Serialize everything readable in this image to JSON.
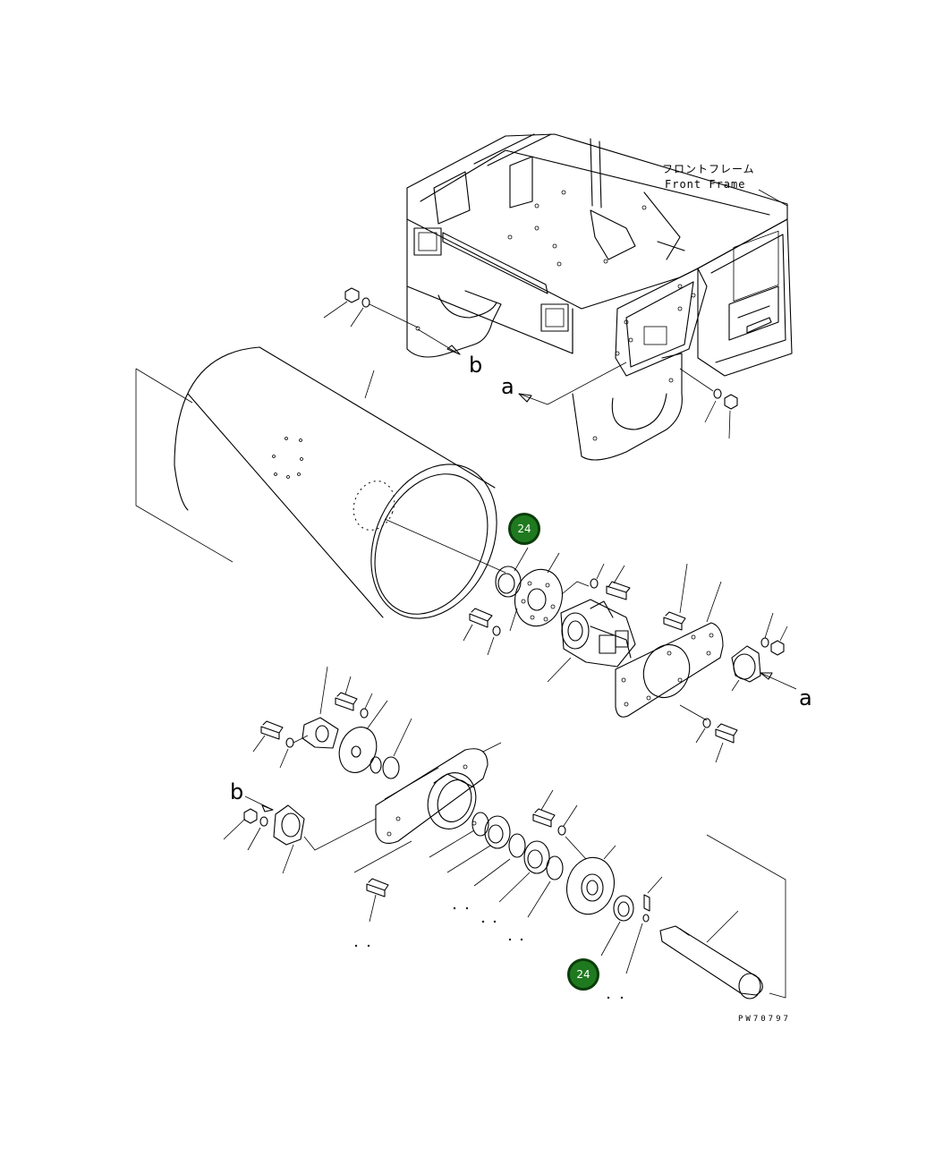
{
  "frame_label": {
    "japanese": "フロントフレーム",
    "english": "Front Frame"
  },
  "view_markers": {
    "b_top": "b",
    "a_top": "a",
    "a_right": "a",
    "b_left": "b"
  },
  "callouts": [
    {
      "number": "24"
    },
    {
      "number": "24"
    }
  ],
  "drawing_code": "PW70797",
  "colors": {
    "callout_fill": "#1f7a1f",
    "callout_border": "#0b3d0b",
    "line": "#000000"
  }
}
